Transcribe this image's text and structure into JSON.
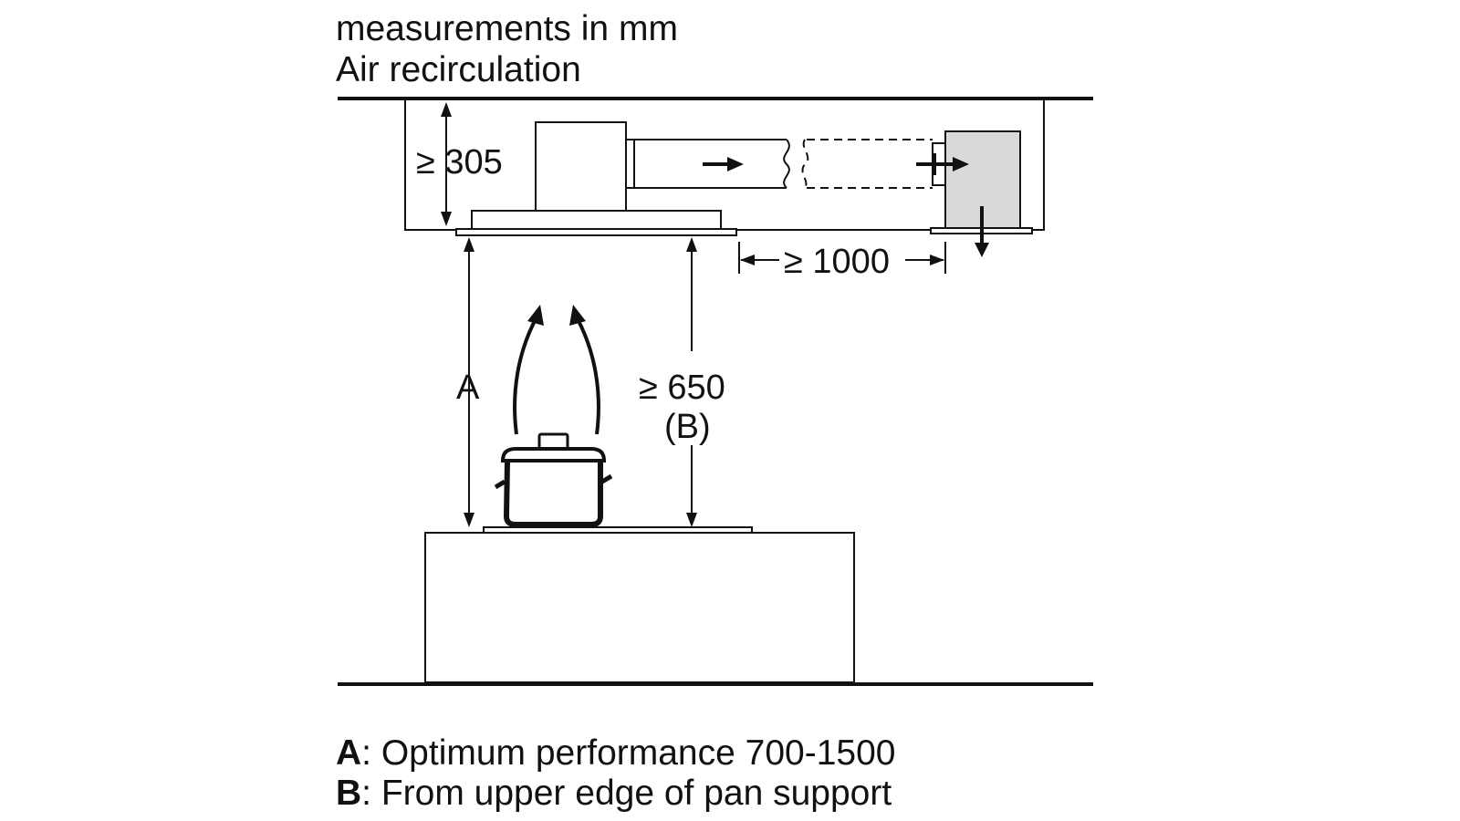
{
  "header": {
    "units": "measurements in mm",
    "mode": "Air recirculation"
  },
  "dimensions": {
    "hood_height": "≥ 305",
    "duct_distance": "≥ 1000",
    "label_a": "A",
    "min_height": "≥ 650",
    "min_height_ref": "(B)"
  },
  "legend": [
    {
      "key": "A",
      "text": ": Optimum performance 700-1500"
    },
    {
      "key": "B",
      "text": ": From upper edge of pan support"
    }
  ],
  "colors": {
    "line": "#111111",
    "filter_box": "#d9d9d9"
  }
}
